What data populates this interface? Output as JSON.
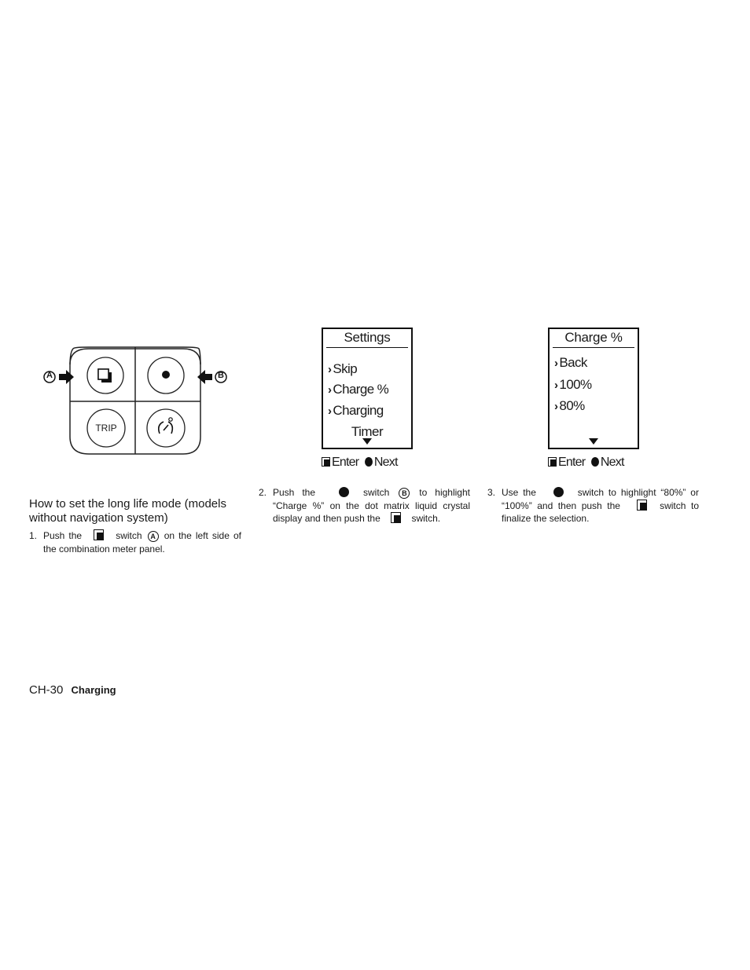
{
  "figure": {
    "switch_panel": {
      "callout_a": "A",
      "callout_b": "B",
      "trip_label": "TRIP"
    },
    "lcd_settings": {
      "title": "Settings",
      "items": [
        "Skip",
        "Charge %",
        "Charging"
      ],
      "last_item": "Timer",
      "legend_enter": "Enter",
      "legend_next": "Next"
    },
    "lcd_charge": {
      "title": "Charge %",
      "items": [
        "Back",
        "100%",
        "80%"
      ],
      "legend_enter": "Enter",
      "legend_next": "Next"
    }
  },
  "section": {
    "heading": "How to set the long life mode (models without navigation system)",
    "steps": [
      {
        "num": "1.",
        "t1": "Push the",
        "t2": "switch",
        "callout": "A",
        "t3": "on the left side of the combination meter panel."
      },
      {
        "num": "2.",
        "t1": "Push the",
        "t2": "switch",
        "callout": "B",
        "t3": "to highlight “Charge %” on the dot matrix liquid crystal display and then push the",
        "t4": "switch."
      },
      {
        "num": "3.",
        "t1": "Use the",
        "t2": "switch to highlight “80%” or “100%” and then push the",
        "t3": "switch to finalize the selection."
      }
    ]
  },
  "footer": {
    "page": "CH-30",
    "section": "Charging"
  }
}
